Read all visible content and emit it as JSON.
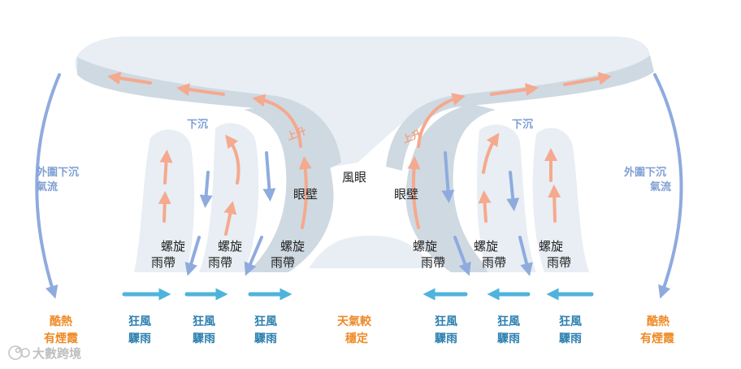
{
  "colors": {
    "cloud_light": "#e8eef3",
    "cloud_mid": "#cfd9e2",
    "updraft": "#f5a98e",
    "downdraft": "#8fabde",
    "surface_wind": "#4fb3dc",
    "label_blue": "#2c7fb0",
    "label_orange": "#ef8a25"
  },
  "labels": {
    "eye": "風眼",
    "eyewall": "眼壁",
    "rise": "上升",
    "sink": "下沉",
    "outer_sink_l1": "外圍下沉",
    "outer_sink_l2": "氣流",
    "rainband_l1": "螺旋",
    "rainband_l2": "雨帶"
  },
  "bottom": {
    "hot_l1": "酷熱",
    "hot_l2": "有煙霞",
    "storm_l1": "狂風",
    "storm_l2": "驟雨",
    "stable_l1": "天氣較",
    "stable_l2": "穩定"
  },
  "logo": {
    "icon": "hko-logo-icon",
    "text": "大數跨境"
  }
}
